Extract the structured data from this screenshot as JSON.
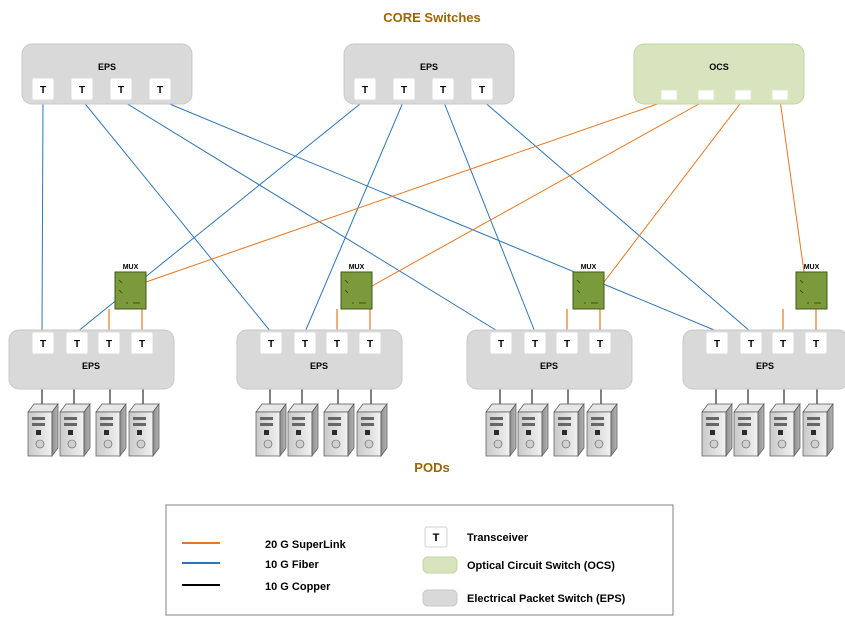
{
  "titles": {
    "core": "CORE Switches",
    "pods": "PODs"
  },
  "core_switches": [
    {
      "label": "EPS",
      "kind": "eps",
      "ports": [
        "T",
        "T",
        "T",
        "T"
      ]
    },
    {
      "label": "EPS",
      "kind": "eps",
      "ports": [
        "T",
        "T",
        "T",
        "T"
      ]
    },
    {
      "label": "OCS",
      "kind": "ocs",
      "ports": [
        "",
        "",
        "",
        ""
      ]
    }
  ],
  "pods": [
    {
      "label": "EPS",
      "ports": [
        "T",
        "T",
        "T",
        "T"
      ],
      "mux_label": "MUX"
    },
    {
      "label": "EPS",
      "ports": [
        "T",
        "T",
        "T",
        "T"
      ],
      "mux_label": "MUX"
    },
    {
      "label": "EPS",
      "ports": [
        "T",
        "T",
        "T",
        "T"
      ],
      "mux_label": "MUX"
    },
    {
      "label": "EPS",
      "ports": [
        "T",
        "T",
        "T",
        "T"
      ],
      "mux_label": "MUX"
    }
  ],
  "legend": {
    "lines": [
      {
        "label": "20 G SuperLink",
        "color": "#e87722"
      },
      {
        "label": "10 G Fiber",
        "color": "#2e75b6"
      },
      {
        "label": "10 G Copper",
        "color": "#000000"
      }
    ],
    "boxes": [
      {
        "glyph": "T",
        "label": "Transceiver",
        "kind": "transceiver"
      },
      {
        "glyph": "",
        "label": "Optical Circuit Switch (OCS)",
        "kind": "ocs"
      },
      {
        "glyph": "",
        "label": "Electrical Packet Switch (EPS)",
        "kind": "eps"
      }
    ]
  },
  "colors": {
    "title": "#9c6500",
    "eps_fill": "#d9d9d9",
    "ocs_fill": "#d7e4bd",
    "mux_fill": "#7a9a3c",
    "superlink": "#e87722",
    "fiber": "#2e75b6",
    "copper": "#000000"
  },
  "icons": {
    "server": "server-tower-icon",
    "mux": "mux-box"
  }
}
